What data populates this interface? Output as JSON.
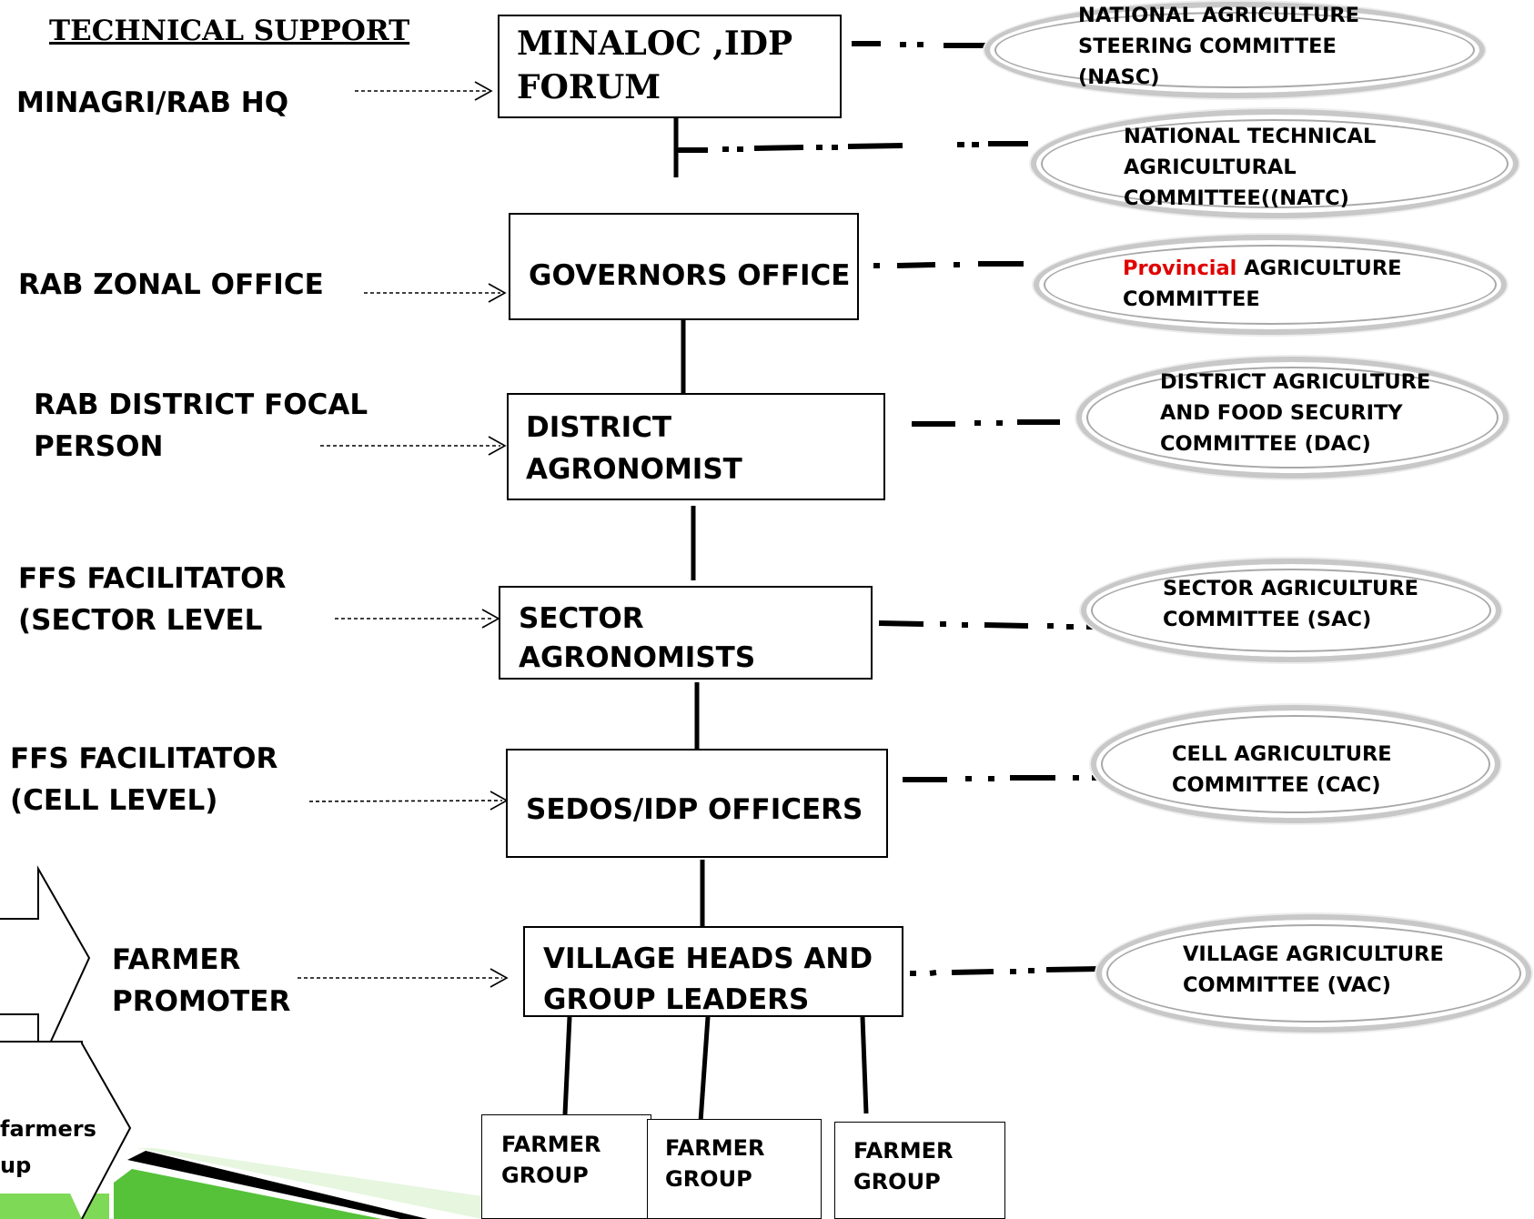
{
  "technical_support_heading": "TECHNICAL SUPPORT",
  "left_labels": {
    "hq": "MINAGRI/RAB  HQ",
    "zonal": "RAB ZONAL OFFICE",
    "district_focal": [
      "RAB DISTRICT FOCAL",
      "PERSON"
    ],
    "ffs_sector": [
      "FFS FACILITATOR",
      "(SECTOR LEVEL"
    ],
    "ffs_cell": [
      "FFS FACILITATOR",
      "(CELL LEVEL)"
    ],
    "farmer_promoter": [
      "FARMER",
      "PROMOTER"
    ],
    "cut_farmers": [
      "farmers",
      "up"
    ]
  },
  "hierarchy": {
    "minaloc": [
      "MINALOC ,IDP",
      "FORUM"
    ],
    "governors": "GOVERNORS  OFFICE",
    "district": [
      "DISTRICT",
      "AGRONOMIST"
    ],
    "sector": [
      "SECTOR",
      "AGRONOMISTS"
    ],
    "sedos": "SEDOS/IDP OFFICERS",
    "village": [
      "VILLAGE HEADS AND",
      "GROUP LEADERS"
    ],
    "farmer_groups": [
      [
        "FARMER",
        "GROUP"
      ],
      [
        "FARMER",
        "GROUP"
      ],
      [
        "FARMER",
        "GROUP"
      ]
    ]
  },
  "committees": {
    "nasc": [
      "NATIONAL AGRICULTURE",
      "STEERING COMMITTEE",
      "(NASC)"
    ],
    "natc": [
      "NATIONAL TECHNICAL",
      "AGRICULTURAL",
      "COMMITTEE((NATC)"
    ],
    "provincial": {
      "highlight": "Provincial",
      "rest": " AGRICULTURE",
      "line2": "COMMITTEE"
    },
    "dac": [
      "DISTRICT  AGRICULTURE",
      "AND FOOD SECURITY",
      "COMMITTEE (DAC)"
    ],
    "sac": [
      "SECTOR  AGRICULTURE",
      "COMMITTEE (SAC)"
    ],
    "cac": [
      "CELL  AGRICULTURE",
      "COMMITTEE (CAC)"
    ],
    "vac": [
      "VILLAGE AGRICULTURE",
      "COMMITTEE (VAC)"
    ]
  },
  "colors": {
    "highlight_red": "#e00000",
    "oval_gray": "#c8c8c8",
    "green_accent": "#7ed957"
  }
}
